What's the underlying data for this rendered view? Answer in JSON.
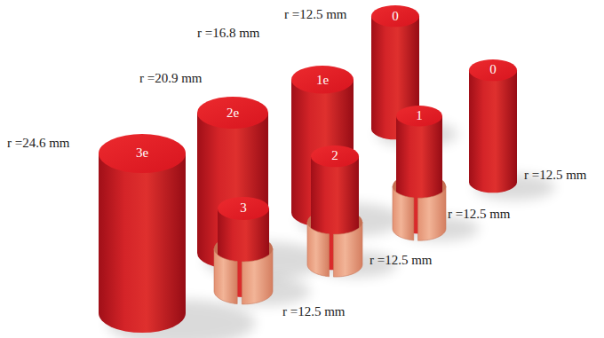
{
  "diagram": {
    "nodes": [
      {
        "text": [
          "0"
        ]
      },
      {
        "text": [
          "1e"
        ]
      },
      {
        "text": [
          "0"
        ]
      },
      {
        "text": [
          "2e"
        ]
      },
      {
        "text": [
          "1"
        ]
      },
      {
        "text": [
          "3e"
        ]
      },
      {
        "text": [
          "2"
        ]
      },
      {
        "text": [
          "3"
        ]
      }
    ],
    "labels": [
      "r =12.5 mm",
      "r =16.8 mm",
      "r =20.9 mm",
      "r =24.6 mm",
      "r =12.5 mm",
      "r =12.5 mm",
      "r =12.5 mm",
      "r =12.5 mm"
    ]
  }
}
